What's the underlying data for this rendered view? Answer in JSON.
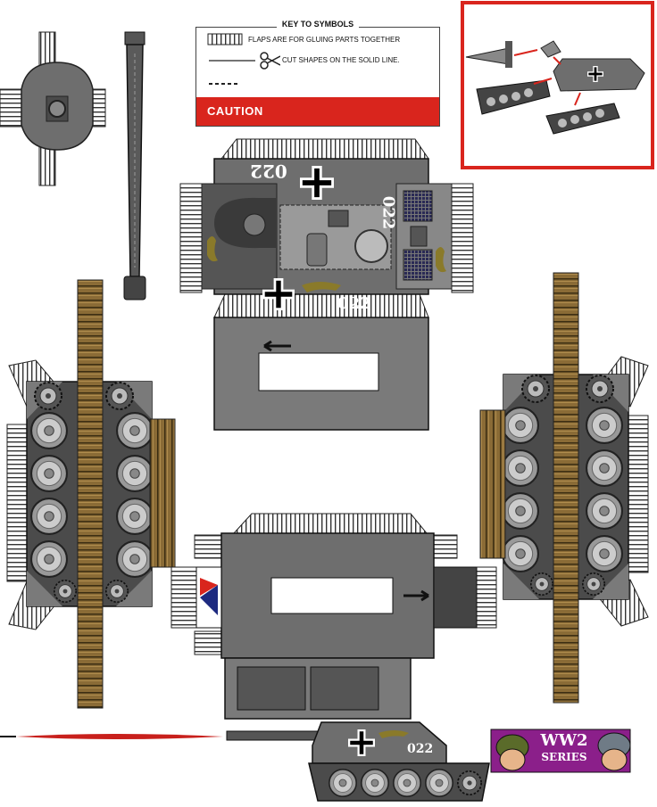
{
  "key": {
    "title": "KEY TO SYMBOLS",
    "flaps": "FLAPS ARE FOR GLUING PARTS TOGETHER",
    "cut": "CUT SHAPES ON THE SOLID LINE.",
    "caution": "CAUTION"
  },
  "markings": {
    "number": "022"
  },
  "badge": {
    "line1": "WW2",
    "line2": "SERIES"
  },
  "colors": {
    "accent": "#d9251d",
    "body": "#6e6e6e",
    "dark": "#3f3f3f",
    "track": "#8a6b36",
    "badge": "#8b1f8a"
  }
}
